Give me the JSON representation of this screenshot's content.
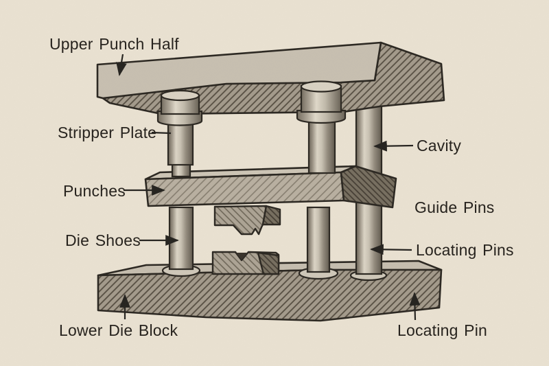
{
  "figure": {
    "kind": "technical-illustration",
    "style": "etched hand-drawn die set diagram"
  },
  "colors": {
    "background": "#eae2d2",
    "ink": "#262420",
    "outline": "#2c2822",
    "steel_top_face": "#c8c0b1",
    "steel_hatch_base": "#a49b8c",
    "steel_mid_face": "#b9b0a1",
    "steel_dark_face": "#776f60",
    "flange_fill": "#cfc8b9"
  },
  "labels": {
    "upper_punch_half": "Upper Punch Half",
    "stripper_plate": "Stripper Plate",
    "punches": "Punches",
    "die_shoes": "Die Shoes",
    "lower_die_block": "Lower Die Block",
    "cavity": "Cavity",
    "guide_pins": "Guide Pins",
    "locating_pins": "Locating Pins",
    "locating_pin": "Locating Pin"
  }
}
